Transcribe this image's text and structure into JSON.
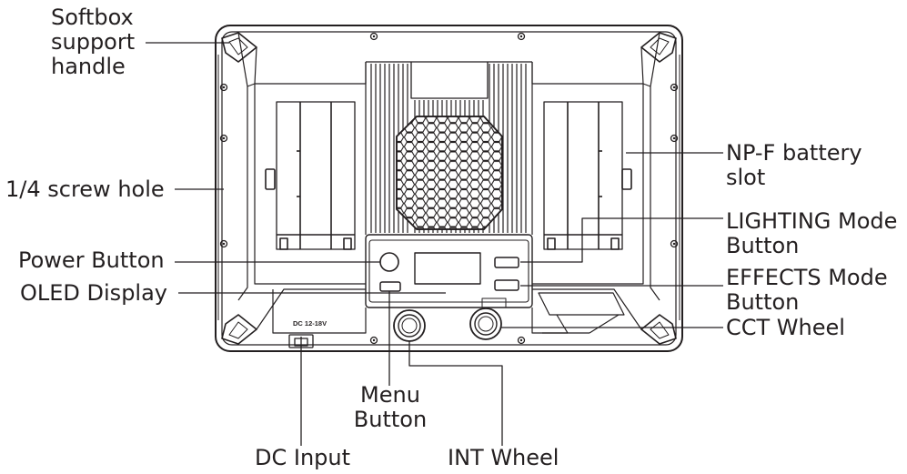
{
  "device": {
    "dc_rating_text": "DC 12-18V"
  },
  "callouts": {
    "softbox_handle": {
      "lines": [
        "Softbox",
        "support",
        "handle"
      ]
    },
    "screw_hole": {
      "lines": [
        "1/4 screw hole"
      ]
    },
    "power_button": {
      "lines": [
        "Power Button"
      ]
    },
    "oled_display": {
      "lines": [
        "OLED Display"
      ]
    },
    "battery_slot": {
      "lines": [
        "NP-F battery",
        "slot"
      ]
    },
    "lighting_mode": {
      "lines": [
        "LIGHTING Mode",
        "Button"
      ]
    },
    "effects_mode": {
      "lines": [
        "EFFECTS Mode",
        "Button"
      ]
    },
    "cct_wheel": {
      "lines": [
        "CCT Wheel"
      ]
    },
    "menu_button": {
      "lines": [
        "Menu",
        "Button"
      ]
    },
    "dc_input": {
      "lines": [
        "DC Input"
      ]
    },
    "int_wheel": {
      "lines": [
        "INT Wheel"
      ]
    }
  },
  "colors": {
    "stroke": "#231f20",
    "background": "#ffffff"
  }
}
